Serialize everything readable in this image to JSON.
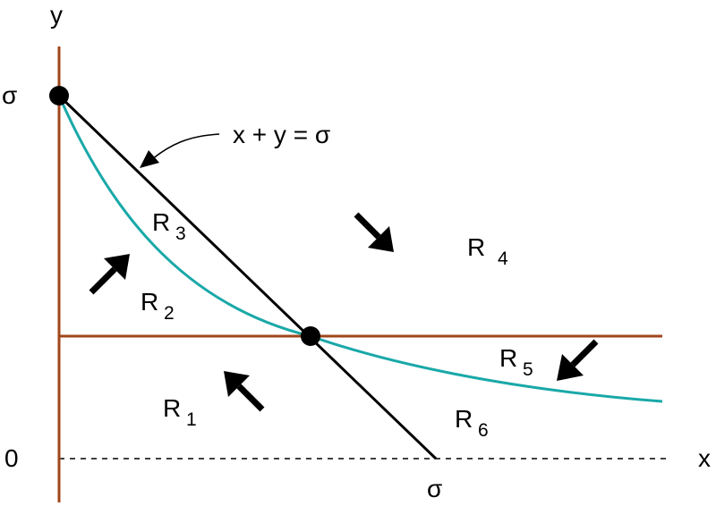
{
  "axes": {
    "x_label": "x",
    "y_label": "y",
    "origin_label": "0",
    "y_sigma_label": "σ",
    "x_sigma_label": "σ"
  },
  "equation_label": "x + y =  σ",
  "regions": [
    {
      "name": "R",
      "sub": "1"
    },
    {
      "name": "R",
      "sub": "2"
    },
    {
      "name": "R",
      "sub": "3"
    },
    {
      "name": "R",
      "sub": "4"
    },
    {
      "name": "R",
      "sub": "5"
    },
    {
      "name": "R",
      "sub": "6"
    }
  ],
  "colors": {
    "axis": "#a0461a",
    "curve": "#1aa8a8",
    "line": "#000000"
  }
}
